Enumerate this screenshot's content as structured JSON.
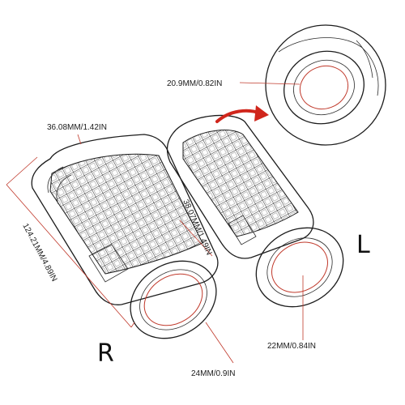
{
  "colors": {
    "outline": "#1c1c1c",
    "dimension_line": "#c0392b",
    "arrow": "#d0261c",
    "background": "#ffffff"
  },
  "grips": {
    "right": {
      "side_label": "R",
      "outer_diameter": "36.08MM/1.42IN",
      "length": "124.21MM/4.89IN",
      "mid_diameter": "38.07MM/1.49IN",
      "inner_diameter": "24MM/0.9IN"
    },
    "left": {
      "side_label": "L",
      "inner_diameter": "22MM/0.84IN",
      "detail_inner_diameter": "20.9MM/0.82IN"
    }
  },
  "icons": {
    "detail_arrow": "curved-arrow-right-icon"
  }
}
